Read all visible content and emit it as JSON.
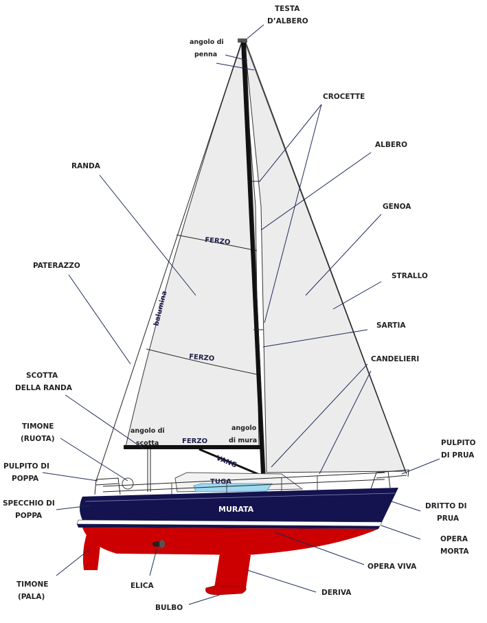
{
  "labels": {
    "testa_albero_1": "TESTA",
    "testa_albero_2": "D’ALBERO",
    "angolo_penna_1": "angolo di",
    "angolo_penna_2": "penna",
    "crocette": "CROCETTE",
    "albero": "ALBERO",
    "randa": "RANDA",
    "genoa": "GENOA",
    "paterazzo": "PATERAZZO",
    "strallo": "STRALLO",
    "sartia": "SARTIA",
    "candelieri": "CANDELIERI",
    "scotta_randa_1": "SCOTTA",
    "scotta_randa_2": "DELLA RANDA",
    "timone_ruota_1": "TIMONE",
    "timone_ruota_2": "(RUOTA)",
    "pulpito_poppa_1": "PULPITO DI",
    "pulpito_poppa_2": "POPPA",
    "specchio_poppa_1": "SPECCHIO DI",
    "specchio_poppa_2": "POPPA",
    "pulpito_prua_1": "PULPITO",
    "pulpito_prua_2": "DI PRUA",
    "dritto_prua_1": "DRITTO DI",
    "dritto_prua_2": "PRUA",
    "opera_morta_1": "OPERA",
    "opera_morta_2": "MORTA",
    "opera_viva": "OPERA VIVA",
    "deriva": "DERIVA",
    "bulbo": "BULBO",
    "elica": "ELICA",
    "timone_pala_1": "TIMONE",
    "timone_pala_2": "(PALA)",
    "ferzo": "FERZO",
    "balumina": "balumina",
    "angolo_scotta_1": "angolo di",
    "angolo_scotta_2": "scotta",
    "angolo_mura_1": "angolo",
    "angolo_mura_2": "di mura",
    "vang": "VANG",
    "tuga": "TUGA",
    "murata": "MURATA"
  },
  "colors": {
    "hull_topsides": "#14134f",
    "underwater_body": "#cc0000",
    "sail_cloth": "#ececec",
    "mast": "#111111",
    "leader_lines": "#1d2a5a",
    "cabin_window": "#9fd8ef"
  }
}
